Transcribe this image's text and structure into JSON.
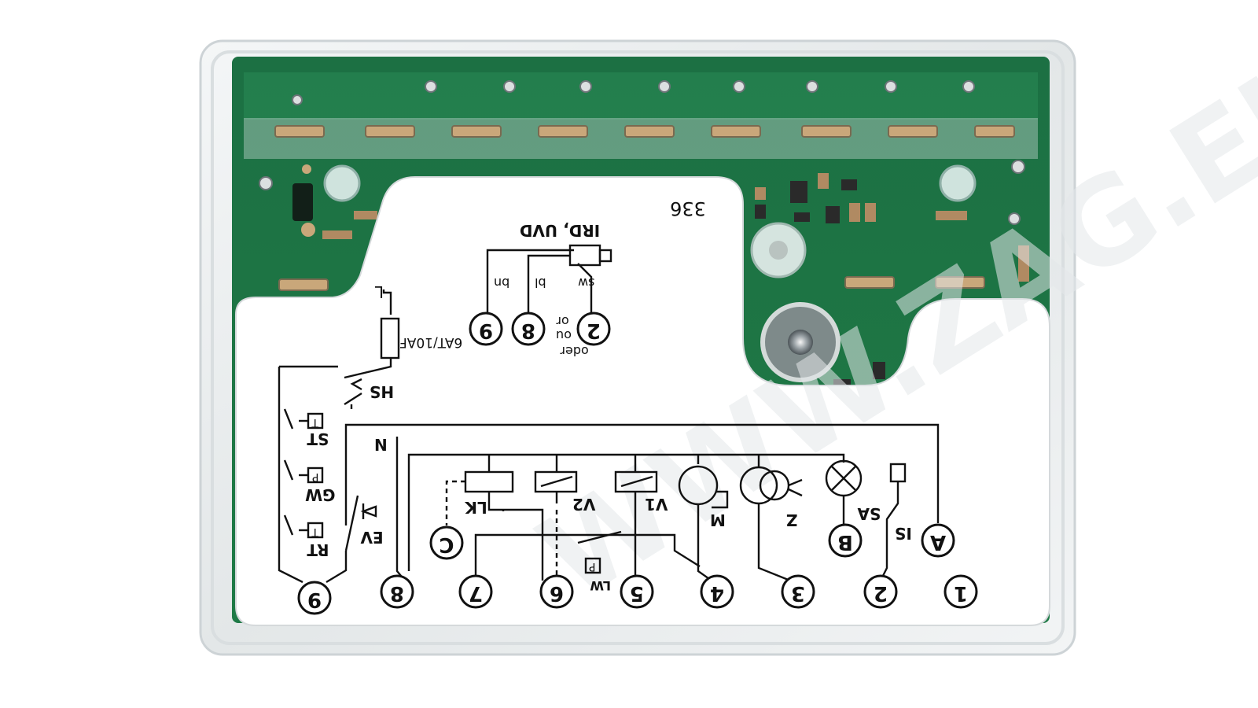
{
  "watermark": "WWW.ZAG.EU",
  "label": {
    "model_number": "336",
    "sensor_label": "IRD, UVD",
    "sensor_wires": [
      "sw",
      "bl",
      "bn"
    ],
    "alt_word_1": "oder",
    "alt_word_2": "ou",
    "alt_word_3": "or",
    "fuse": "6AT/10AF",
    "phase": "L",
    "neutral": "N",
    "main_switch": "HS",
    "thermostats": [
      "ST",
      "GW",
      "RT"
    ],
    "thermostat_marks": [
      "T",
      "P",
      "T"
    ],
    "ev": "EV",
    "lk": "LK",
    "v2": "V2",
    "v1": "V1",
    "motor": "M",
    "ignition": "Z",
    "alarm": "SA",
    "interlock": "IS",
    "lw": "LW",
    "lw_mark": "P",
    "terminals": [
      "1",
      "2",
      "3",
      "4",
      "5",
      "6",
      "7",
      "8",
      "9"
    ],
    "sensor_terminals": [
      "2",
      "8",
      "9"
    ],
    "letter_terminals": [
      "A",
      "B",
      "C"
    ]
  },
  "colors": {
    "pcb": "#1f7a46",
    "case": "#e9ecee",
    "sticker": "#ffffff",
    "ink": "#111111",
    "pad": "#c9a77a"
  }
}
